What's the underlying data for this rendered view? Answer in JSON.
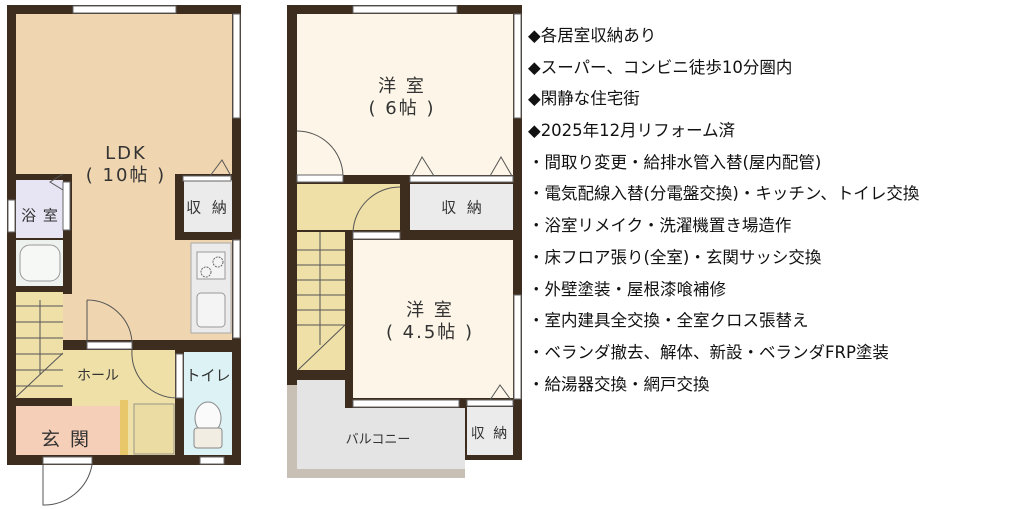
{
  "floor1": {
    "ldk": {
      "name": "LDK",
      "size": "( 10帖 )"
    },
    "storage": "収 納",
    "bath": "浴 室",
    "hall": "ホール",
    "toilet": "トイレ",
    "entrance": "玄 関"
  },
  "floor2": {
    "room1": {
      "name": "洋 室",
      "size": "( 6帖 )"
    },
    "storage1": "収 納",
    "room2": {
      "name": "洋 室",
      "size": "( 4.5帖 )"
    },
    "balcony": "バルコニー",
    "storage2": "収 納"
  },
  "features": [
    "◆各居室収納あり",
    "◆スーパー、コンビニ徒歩10分圏内",
    "◆閑静な住宅街",
    "◆2025年12月リフォーム済",
    "・間取り変更・給排水管入替(屋内配管)",
    "・電気配線入替(分電盤交換)・キッチン、トイレ交換",
    "・浴室リメイク・洗濯機置き場造作",
    "・床フロア張り(全室)・玄関サッシ交換",
    "・外壁塗装・屋根漆喰補修",
    "・室内建具全交換・全室クロス張替え",
    "・ベランダ撤去、解体、新設・ベランダFRP塗装",
    "・給湯器交換・網戸交換"
  ],
  "colors": {
    "wall": "#3d2d1e",
    "ldk": "#f0d6b0",
    "bedroom": "#fdf6e8",
    "stairs": "#efe0a8",
    "entrance": "#f6cfb8",
    "toilet": "#dcf2f5",
    "bath": "#e7e4f4",
    "storage": "#ebebeb"
  }
}
